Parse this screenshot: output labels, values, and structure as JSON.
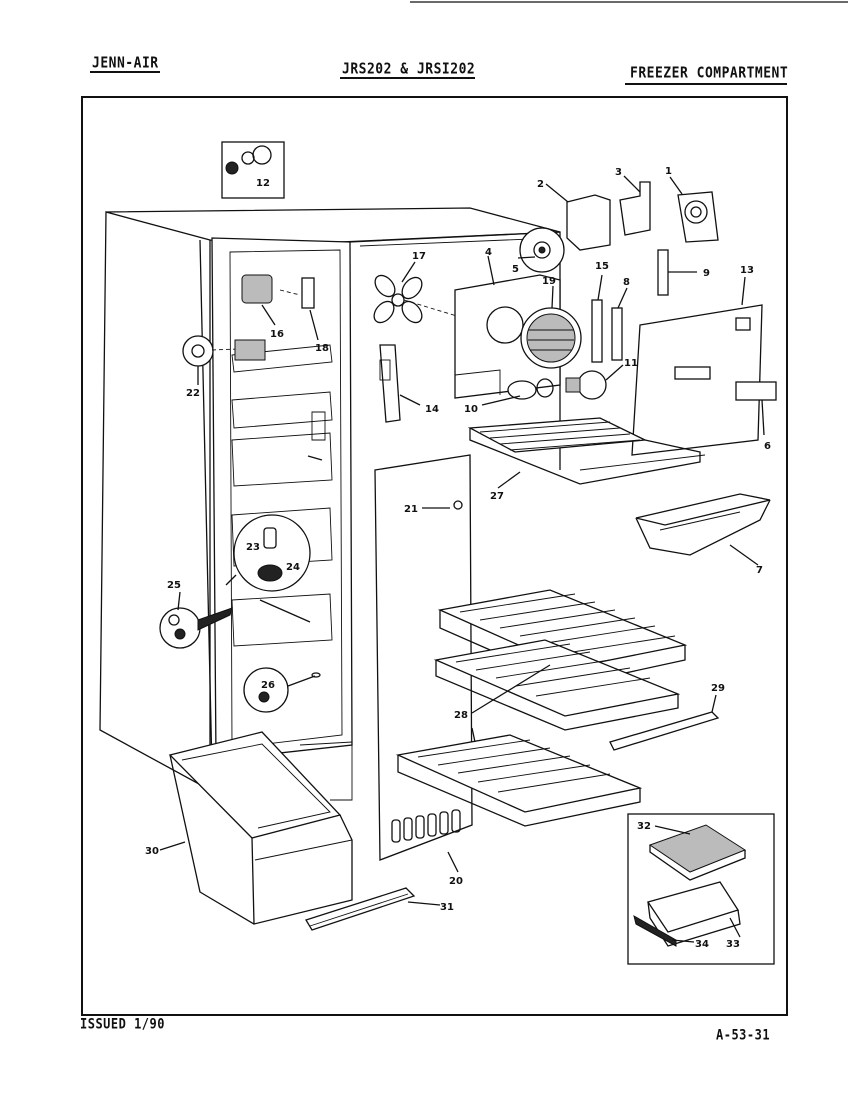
{
  "header": {
    "brand": "JENN-AIR",
    "model": "JRS202 & JRSI202",
    "section": "FREEZER COMPARTMENT"
  },
  "footer": {
    "issued": "ISSUED 1/90",
    "doc_number": "A-53-31"
  },
  "callouts": {
    "c1": "1",
    "c2": "2",
    "c3": "3",
    "c4": "4",
    "c5": "5",
    "c6": "6",
    "c7": "7",
    "c8": "8",
    "c9": "9",
    "c10": "10",
    "c11": "11",
    "c12": "12",
    "c13": "13",
    "c14": "14",
    "c15": "15",
    "c16": "16",
    "c17": "17",
    "c18": "18",
    "c19": "19",
    "c20": "20",
    "c21": "21",
    "c22": "22",
    "c23": "23",
    "c24": "24",
    "c25": "25",
    "c26": "26",
    "c27": "27",
    "c28": "28",
    "c29": "29",
    "c30": "30",
    "c31": "31",
    "c32": "32",
    "c33": "33",
    "c34": "34"
  }
}
